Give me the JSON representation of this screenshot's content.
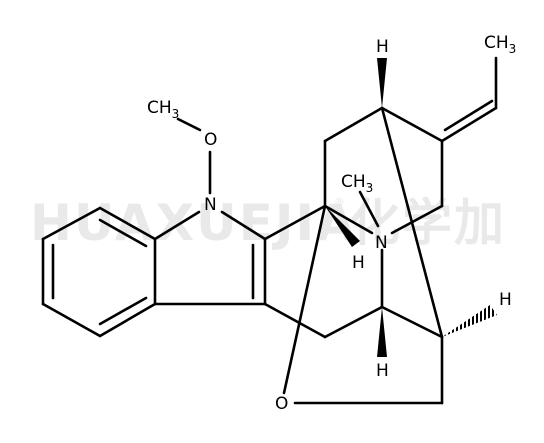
{
  "watermark": {
    "text": "HUAXUEJIA",
    "registered": "®",
    "cjk": "化学加"
  },
  "atoms": {
    "ch3_top_right": {
      "main": "CH",
      "sub": "3"
    },
    "ch3_methoxy": {
      "main": "CH",
      "sub": "3"
    },
    "o_methoxy": "O",
    "n_indole": "N",
    "ch3_nmethyl": {
      "main": "CH",
      "sub": "3"
    },
    "n_amine": "N",
    "o_ether": "O",
    "h_top": "H",
    "h_mid": "H",
    "h_lower": "H",
    "h_right": "H"
  }
}
